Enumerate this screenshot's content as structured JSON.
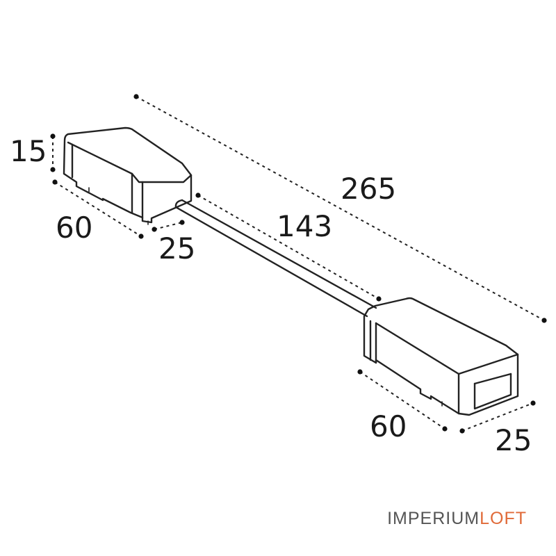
{
  "dimensions": {
    "total_length": "265",
    "cable_length": "143",
    "left_box_height": "15",
    "left_box_length": "60",
    "left_box_width": "25",
    "right_box_length": "60",
    "right_box_width": "25"
  },
  "brand": {
    "part1": "IMPERIUM",
    "part2": "LOFT",
    "part1_color": "#555555",
    "part2_color": "#e06a38"
  }
}
